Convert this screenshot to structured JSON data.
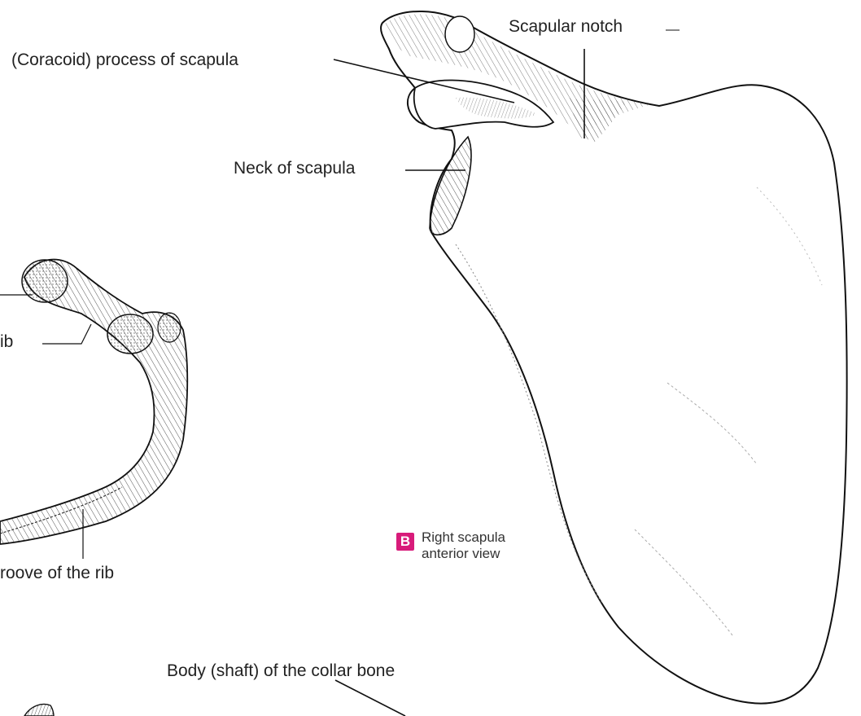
{
  "labels": {
    "coracoid": "(Coracoid) process of  scapula",
    "scapular_notch": "Scapular notch",
    "neck": "Neck of scapula",
    "rib_partial": "ib",
    "groove_partial": "roove of the rib",
    "collar_body": "Body (shaft) of the collar bone"
  },
  "figure": {
    "tag": "B",
    "caption_line1": "Right scapula",
    "caption_line2": "anterior view"
  },
  "colors": {
    "tag": "#d81b7a",
    "ink": "#222222"
  }
}
